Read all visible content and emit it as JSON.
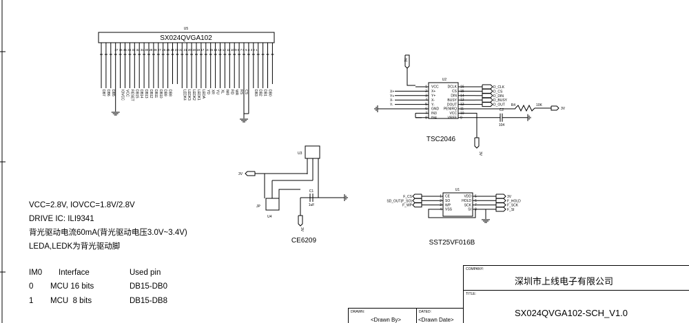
{
  "u5": {
    "ref": "U5",
    "part": "SX024QVGA102",
    "pins_left": [
      "DB7",
      "DB6",
      "DB5",
      "",
      "IOVCC",
      "VCC",
      "RESET",
      "DB15",
      "DB14",
      "DB13",
      "DB12",
      "DB11",
      "DB10",
      "DB9",
      "DB8"
    ],
    "pins_mid": [
      "LEDK4",
      "LEDK3",
      "LEDK2",
      "LEDK1",
      "LEDA",
      "YD",
      "XR",
      "YU",
      "XL",
      "IM0",
      "RD",
      "WR",
      "RS",
      "CS"
    ],
    "pins_right": [
      "DB3",
      "DB2",
      "DB1",
      "DB0"
    ],
    "pin_numbers": "37 36 35 34 33 32 31 30 29 28 27 26 25 24 23 22 21 20 19 18 17 16 15 14 13 12 11 10 9 8 7 6 5 4 3 2 1"
  },
  "u2": {
    "ref": "U2",
    "part": "TSC2046",
    "left_pins": [
      {
        "num": "1",
        "name": "VCC",
        "net": ""
      },
      {
        "num": "2",
        "name": "X+",
        "net": "X+"
      },
      {
        "num": "3",
        "name": "Y+",
        "net": "Y+"
      },
      {
        "num": "4",
        "name": "X-",
        "net": "X-"
      },
      {
        "num": "5",
        "name": "Y-",
        "net": "Y-"
      },
      {
        "num": "6",
        "name": "GND",
        "net": ""
      },
      {
        "num": "7",
        "name": "IN3",
        "net": ""
      },
      {
        "num": "8",
        "name": "IN4",
        "net": ""
      }
    ],
    "right_pins": [
      {
        "num": "16",
        "name": "DCLK",
        "net": "D_CLK"
      },
      {
        "num": "15",
        "name": "CS",
        "net": "D_CS"
      },
      {
        "num": "14",
        "name": "DIN",
        "net": "D_DIN"
      },
      {
        "num": "13",
        "name": "BUSY",
        "net": "D_BUSY"
      },
      {
        "num": "12",
        "name": "DOUT",
        "net": "D_OUT"
      },
      {
        "num": "11",
        "name": "PENIRQ",
        "net": ""
      },
      {
        "num": "10",
        "name": "VCC",
        "net": ""
      },
      {
        "num": "9",
        "name": "VREF",
        "net": ""
      }
    ],
    "power_top": "3V",
    "power_bottom": "3V",
    "r4": {
      "ref": "R4",
      "value": "10K"
    },
    "r4_net": "3V",
    "c2": {
      "ref": "C2",
      "value": "104"
    }
  },
  "u3": {
    "ref": "U3",
    "part": "CE6209",
    "input": "3V",
    "output": "3V",
    "c1": {
      "ref": "C1",
      "value": "1uF"
    },
    "jp": "JP",
    "u4": "U4"
  },
  "u1": {
    "ref": "U1",
    "part": "SST25VF016B",
    "left_pins": [
      {
        "num": "1",
        "name": "CE",
        "net": "F_CS"
      },
      {
        "num": "2",
        "name": "SO",
        "net": "SD_OUT(F_SO)"
      },
      {
        "num": "3",
        "name": "WP",
        "net": "F_WP"
      },
      {
        "num": "4",
        "name": "VSS",
        "net": ""
      }
    ],
    "right_pins": [
      {
        "num": "5",
        "name": "VDD",
        "net": "3V"
      },
      {
        "num": "6",
        "name": "HOLD",
        "net": "F_HOLD"
      },
      {
        "num": "7",
        "name": "SCK",
        "net": "F_SCK"
      },
      {
        "num": "8",
        "name": "SI",
        "net": "F_SI"
      }
    ]
  },
  "notes": [
    "VCC=2.8V, IOVCC=1.8V/2.8V",
    "DRIVE IC: ILI9341",
    "背光驱动电流60mA(背光驱动电压3.0V~3.4V)",
    "LEDA,LEDK为背光驱动脚"
  ],
  "im_table": {
    "headers": [
      "IM0",
      "Interface",
      "Used pin"
    ],
    "rows": [
      [
        "0",
        "MCU 16 bits",
        "DB15-DB0"
      ],
      [
        "1",
        "MCU  8 bits",
        "DB15-DB8"
      ]
    ]
  },
  "title_block": {
    "company_label": "COMPANY:",
    "company": "深圳市上线电子有限公司",
    "title_label": "TITLE:",
    "title": "SX024QVGA102-SCH_V1.0",
    "drawn_label": "DRAWN:",
    "drawn": "<Drawn By>",
    "dated_label": "DATED:",
    "dated": "<Drawn Date>"
  }
}
